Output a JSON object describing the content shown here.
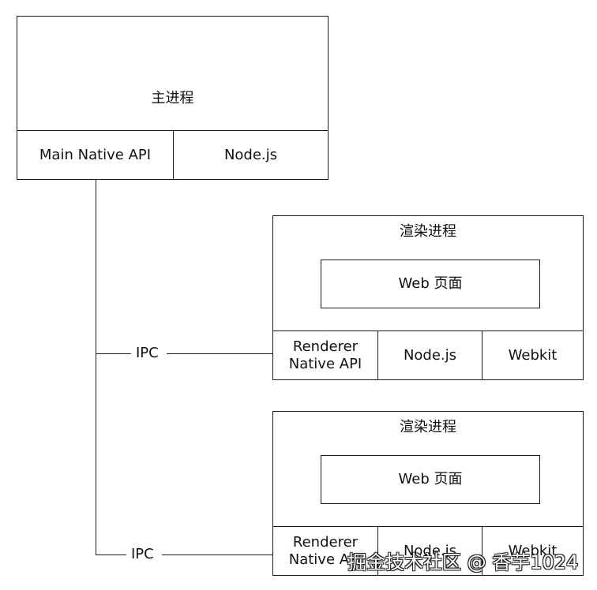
{
  "main_process": {
    "title": "主进程",
    "cells": [
      "Main Native API",
      "Node.js"
    ]
  },
  "renderers": [
    {
      "title": "渲染进程",
      "web_page": "Web 页面",
      "native_line1": "Renderer",
      "native_line2": "Native API",
      "node": "Node.js",
      "webkit": "Webkit",
      "ipc": "IPC"
    },
    {
      "title": "渲染进程",
      "web_page": "Web 页面",
      "native_line1": "Renderer",
      "native_line2": "Native API",
      "node": "Node.js",
      "webkit": "Webkit",
      "ipc": "IPC"
    }
  ],
  "watermark": "掘金技术社区 @ 香芋1024"
}
